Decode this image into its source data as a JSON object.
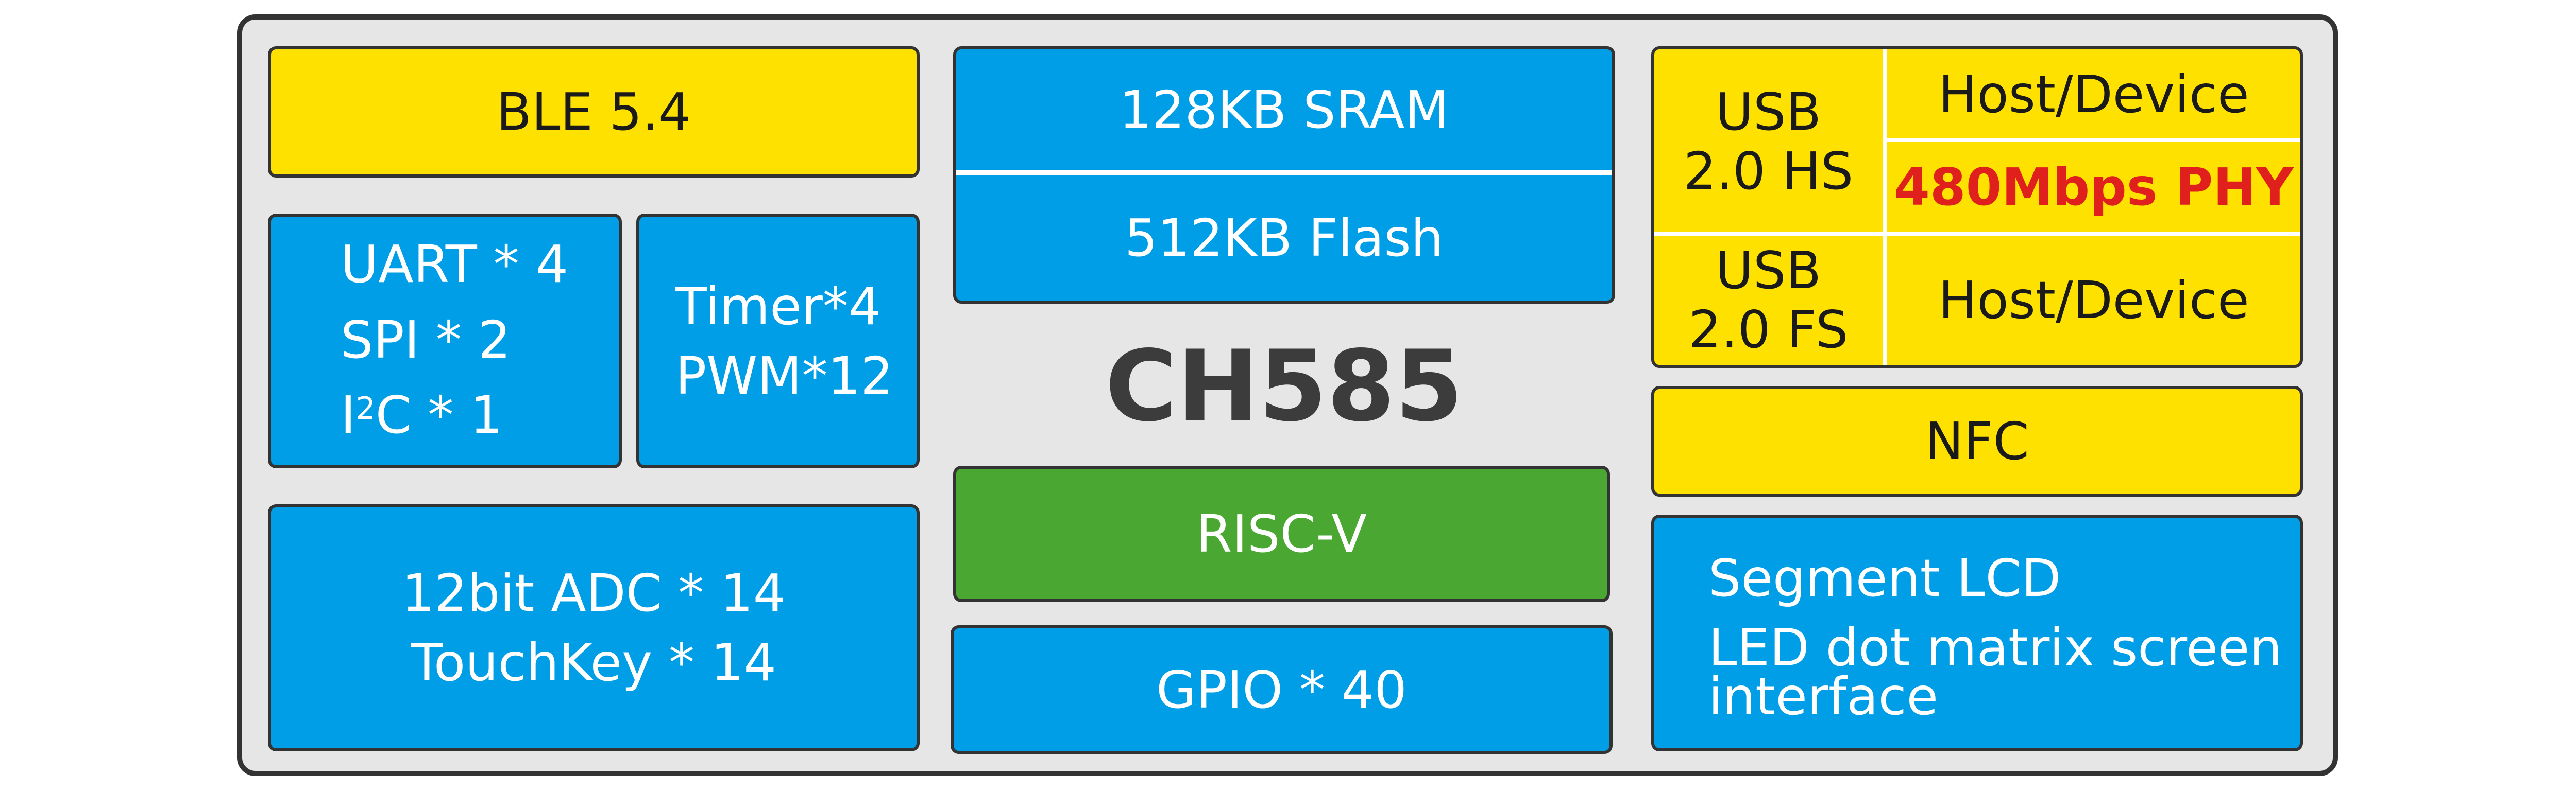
{
  "title": "CH585",
  "colors": {
    "blue": "#009ee6",
    "yellow": "#ffe100",
    "green": "#4aa832",
    "frame": "#e6e6e6",
    "accent_red": "#e0201c"
  },
  "blocks": {
    "ble": "BLE 5.4",
    "uart": "UART * 4",
    "spi": "SPI * 2",
    "i2c_prefix": "I",
    "i2c_sup": "2",
    "i2c_suffix": "C * 1",
    "timer": "Timer*4",
    "pwm": "PWM*12",
    "adc": "12bit ADC * 14",
    "touchkey": "TouchKey * 14",
    "sram": "128KB SRAM",
    "flash": "512KB Flash",
    "riscv": "RISC-V",
    "gpio": "GPIO * 40",
    "usb_hs_line1": "USB",
    "usb_hs_line2": "2.0 HS",
    "usb_hs_mode": "Host/Device",
    "usb_hs_phy": "480Mbps PHY",
    "usb_fs_line1": "USB",
    "usb_fs_line2": "2.0 FS",
    "usb_fs_mode": "Host/Device",
    "nfc": "NFC",
    "lcd_line1": "Segment LCD",
    "lcd_line2": "LED dot matrix screen",
    "lcd_line3": "interface"
  }
}
